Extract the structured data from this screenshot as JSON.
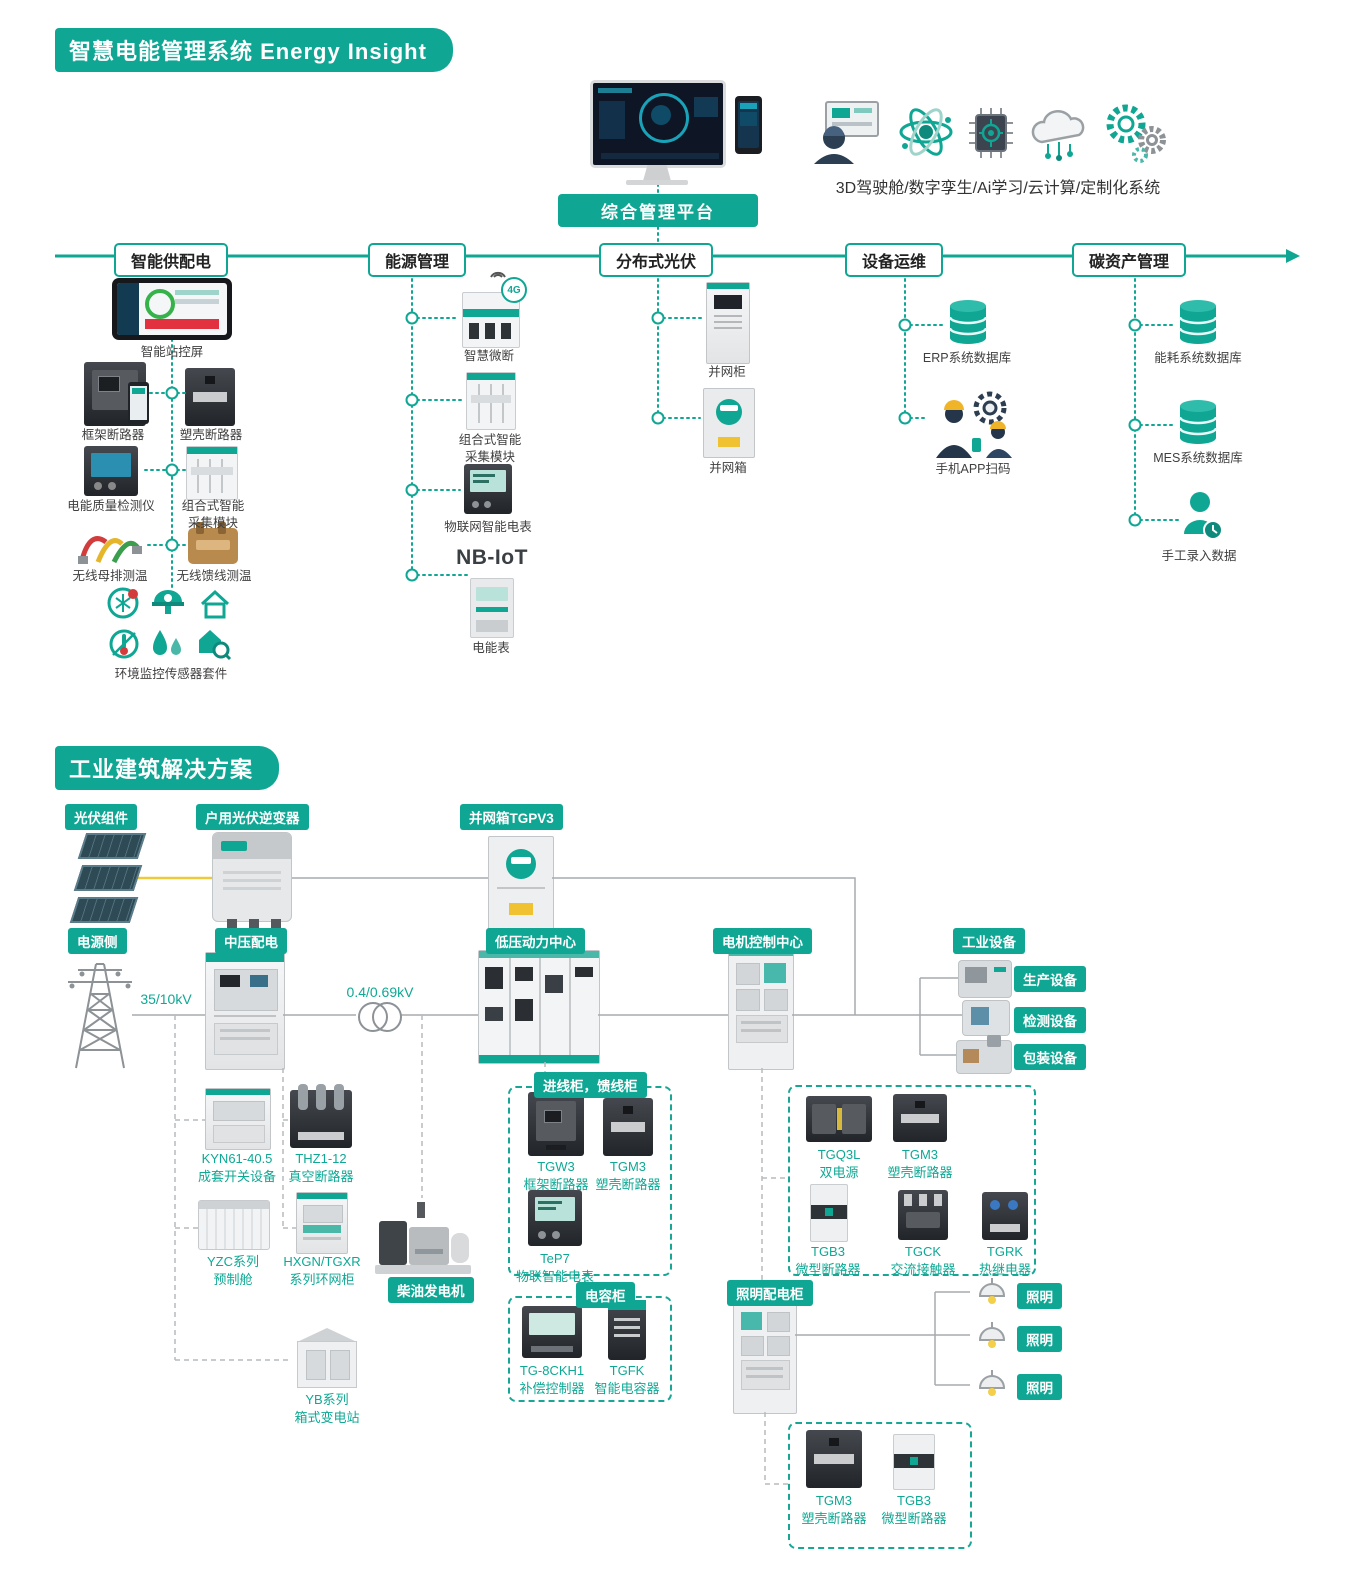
{
  "colors": {
    "teal": "#10A694",
    "yellow": "#EFC93C",
    "dark_text": "#3c3c3c",
    "line_gray": "#a7abae",
    "helmet_yellow": "#F0B429"
  },
  "top": {
    "title": "智慧电能管理系统 Energy Insight",
    "platform": "综合管理平台",
    "features": "3D驾驶舱/数字孪生/Ai学习/云计算/定制化系统",
    "cat1": "智能供配电",
    "cat2": "能源管理",
    "cat3": "分布式光伏",
    "cat4": "设备运维",
    "cat5": "碳资产管理",
    "c1_1": "智能站控屏",
    "c1_2": "框架断路器",
    "c1_3": "塑壳断路器",
    "c1_4": "电能质量检测仪",
    "c1_5": "组合式智能\n采集模块",
    "c1_6": "无线母排测温",
    "c1_7": "无线馈线测温",
    "c1_8": "环境监控传感器套件",
    "c2_1": "智慧微断",
    "c2_1b": "4G",
    "c2_2": "组合式智能\n采集模块",
    "c2_3": "物联网智能电表",
    "c2_4": "NB-IoT",
    "c2_5": "电能表",
    "c3_1": "并网柜",
    "c3_2": "并网箱",
    "c4_1": "ERP系统数据库",
    "c4_2": "手机APP扫码",
    "c5_1": "能耗系统数据库",
    "c5_2": "MES系统数据库",
    "c5_3": "手工录入数据"
  },
  "bot": {
    "title": "工业建筑解决方案",
    "pv_module": "光伏组件",
    "inverter": "户用光伏逆变器",
    "gridbox": "并网箱TGPV3",
    "source": "电源侧",
    "mv": "中压配电",
    "lv": "低压动力中心",
    "mcc": "电机控制中心",
    "equip": "工业设备",
    "kv35": "35/10kV",
    "kv04": "0.4/0.69kV",
    "prod": "生产设备",
    "test": "检测设备",
    "pack": "包装设备",
    "kyn": "KYN61-40.5\n成套开关设备",
    "thz": "THZ1-12\n真空断路器",
    "yzc": "YZC系列\n预制舱",
    "hxgn": "HXGN/TGXR\n系列环网柜",
    "diesel": "柴油发电机",
    "yb": "YB系列\n箱式变电站",
    "inbox": "进线柜，馈线柜",
    "tgw3": "TGW3\n框架断路器",
    "tgm3": "TGM3\n塑壳断路器",
    "tep7": "TeP7\n物联智能电表",
    "cap": "电容柜",
    "tg8": "TG-8CKH1\n补偿控制器",
    "tgfk": "TGFK\n智能电容器",
    "tgq3l": "TGQ3L\n双电源",
    "tgb3": "TGB3\n微型断路器",
    "tgck": "TGCK\n交流接触器",
    "tgrk": "TGRK\n热继电器",
    "lightcab": "照明配电柜",
    "light": "照明"
  }
}
